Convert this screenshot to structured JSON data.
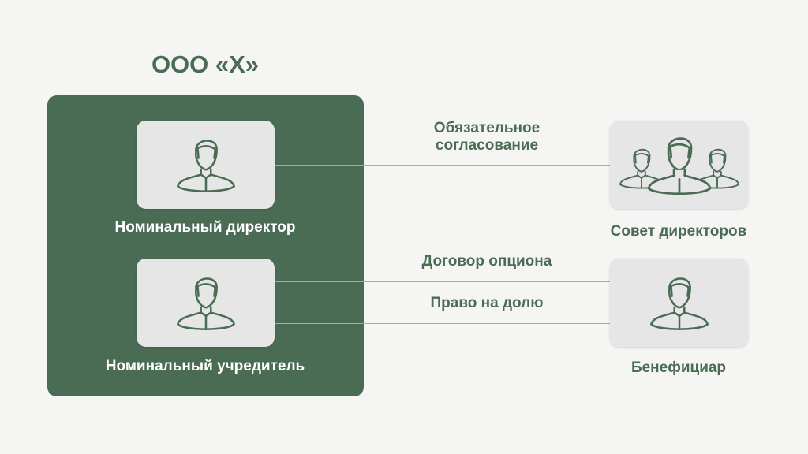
{
  "title": "ООО «Х»",
  "left": {
    "director": "Номинальный директор",
    "founder": "Номинальный учредитель"
  },
  "relations": {
    "approval_line1": "Обязательное",
    "approval_line2": "согласование",
    "option": "Договор опциона",
    "share": "Право на долю"
  },
  "right": {
    "board": "Совет директоров",
    "beneficiary": "Бенефициар"
  },
  "colors": {
    "green": "#4a6c55",
    "card": "#e6e6e6",
    "line": "#c9a27e",
    "background": "#f5f5f3"
  }
}
